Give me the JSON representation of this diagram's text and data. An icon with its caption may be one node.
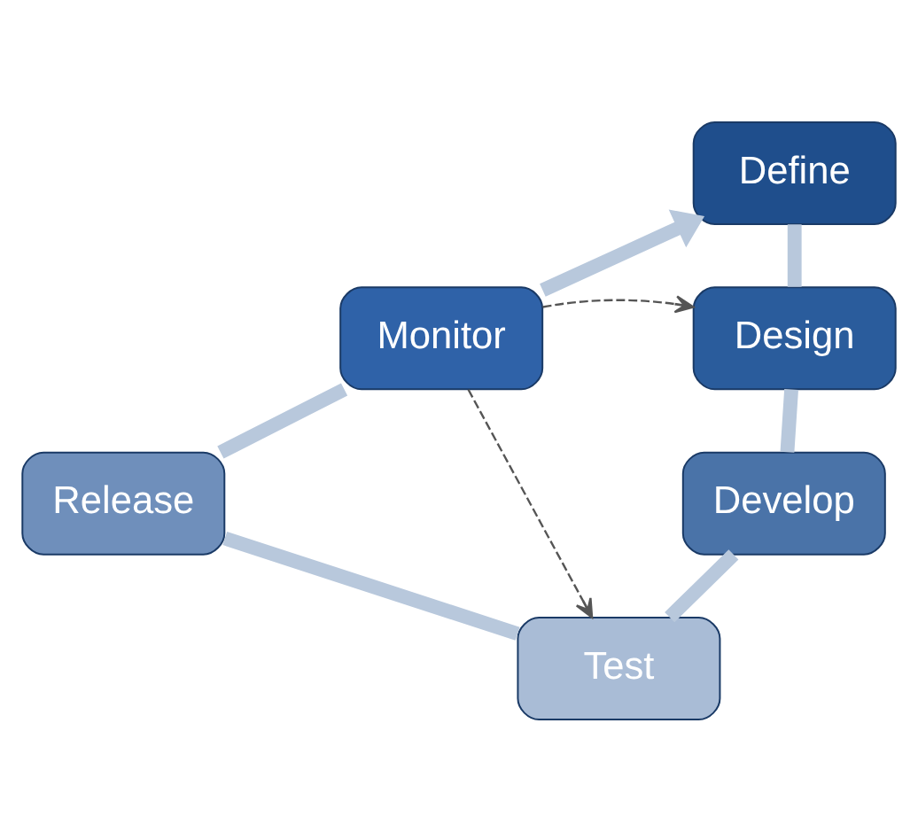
{
  "diagram": {
    "nodes": [
      {
        "text": [
          "Define"
        ]
      },
      {
        "text": [
          "Design"
        ]
      },
      {
        "text": [
          "Develop"
        ]
      },
      {
        "text": [
          "Test"
        ]
      },
      {
        "text": [
          "Release"
        ]
      },
      {
        "text": [
          "Monitor"
        ]
      }
    ],
    "edges": [
      {
        "from": 0,
        "to": 1,
        "arrow": "none"
      },
      {
        "from": 1,
        "to": 2,
        "arrow": "none"
      },
      {
        "from": 2,
        "to": 3,
        "arrow": "none"
      },
      {
        "from": 3,
        "to": 4,
        "arrow": "none"
      },
      {
        "from": 4,
        "to": 5,
        "arrow": "none"
      },
      {
        "from": 5,
        "to": 0,
        "arrow": "to"
      },
      {
        "from": 5,
        "to": 1,
        "arrow": "to",
        "style": "dashed",
        "color": "#555555"
      },
      {
        "from": 5,
        "to": 3,
        "arrow": "to",
        "style": "dashed",
        "color": "#555555"
      }
    ]
  }
}
